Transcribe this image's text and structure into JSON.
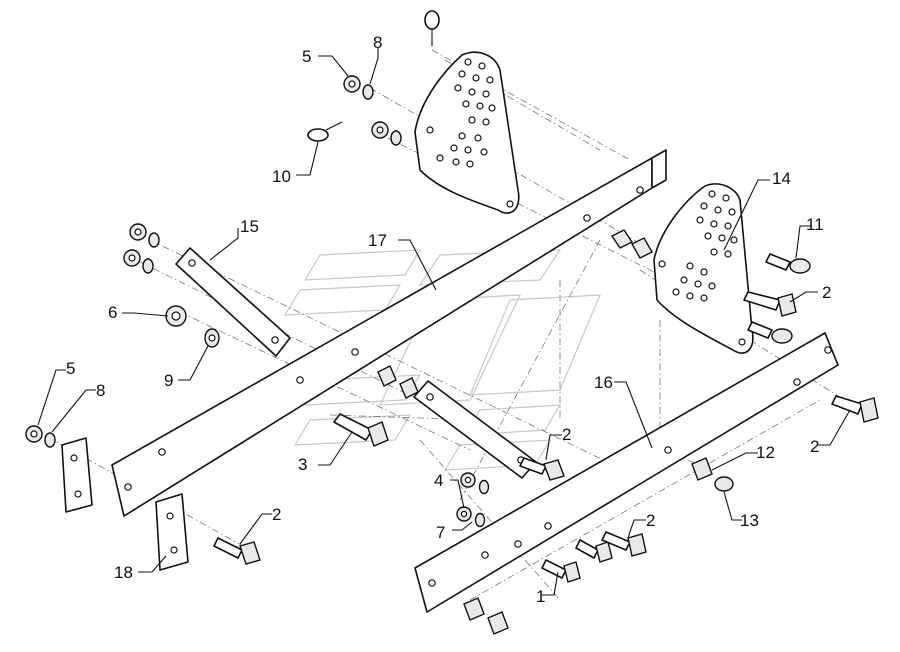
{
  "callouts": [
    {
      "id": "5a",
      "text": "5"
    },
    {
      "id": "8a",
      "text": "8"
    },
    {
      "id": "10",
      "text": "10"
    },
    {
      "id": "15",
      "text": "15"
    },
    {
      "id": "17",
      "text": "17"
    },
    {
      "id": "14",
      "text": "14"
    },
    {
      "id": "11",
      "text": "11"
    },
    {
      "id": "2a",
      "text": "2"
    },
    {
      "id": "6",
      "text": "6"
    },
    {
      "id": "9",
      "text": "9"
    },
    {
      "id": "5b",
      "text": "5"
    },
    {
      "id": "8b",
      "text": "8"
    },
    {
      "id": "16",
      "text": "16"
    },
    {
      "id": "3",
      "text": "3"
    },
    {
      "id": "2b",
      "text": "2"
    },
    {
      "id": "12",
      "text": "12"
    },
    {
      "id": "2c",
      "text": "2"
    },
    {
      "id": "4",
      "text": "4"
    },
    {
      "id": "13",
      "text": "13"
    },
    {
      "id": "7",
      "text": "7"
    },
    {
      "id": "2d",
      "text": "2"
    },
    {
      "id": "2e",
      "text": "2"
    },
    {
      "id": "18",
      "text": "18"
    },
    {
      "id": "1",
      "text": "1"
    }
  ]
}
